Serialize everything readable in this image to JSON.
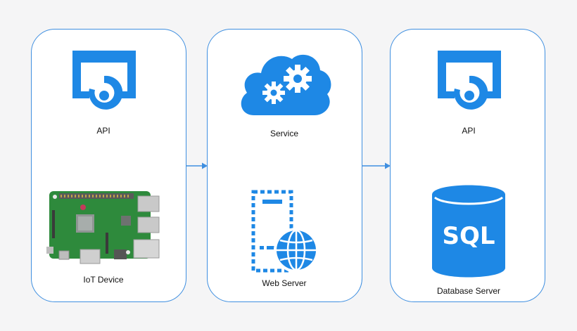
{
  "colors": {
    "border": "#3f8fe0",
    "icon": "#1e88e5",
    "background": "#f5f5f6",
    "panel": "#ffffff"
  },
  "panels": [
    {
      "items": [
        {
          "icon": "api-icon",
          "label": "API"
        },
        {
          "icon": "raspberry-pi-board-image",
          "label": "IoT Device"
        }
      ]
    },
    {
      "items": [
        {
          "icon": "cloud-service-icon",
          "label": "Service"
        },
        {
          "icon": "web-server-icon",
          "label": "Web Server"
        }
      ]
    },
    {
      "items": [
        {
          "icon": "api-icon",
          "label": "API"
        },
        {
          "icon": "sql-database-icon",
          "label": "Database Server",
          "icon_text": "SQL"
        }
      ]
    }
  ],
  "connectors": [
    {
      "from": "panel-iot",
      "to": "panel-service"
    },
    {
      "from": "panel-service",
      "to": "panel-database"
    }
  ]
}
